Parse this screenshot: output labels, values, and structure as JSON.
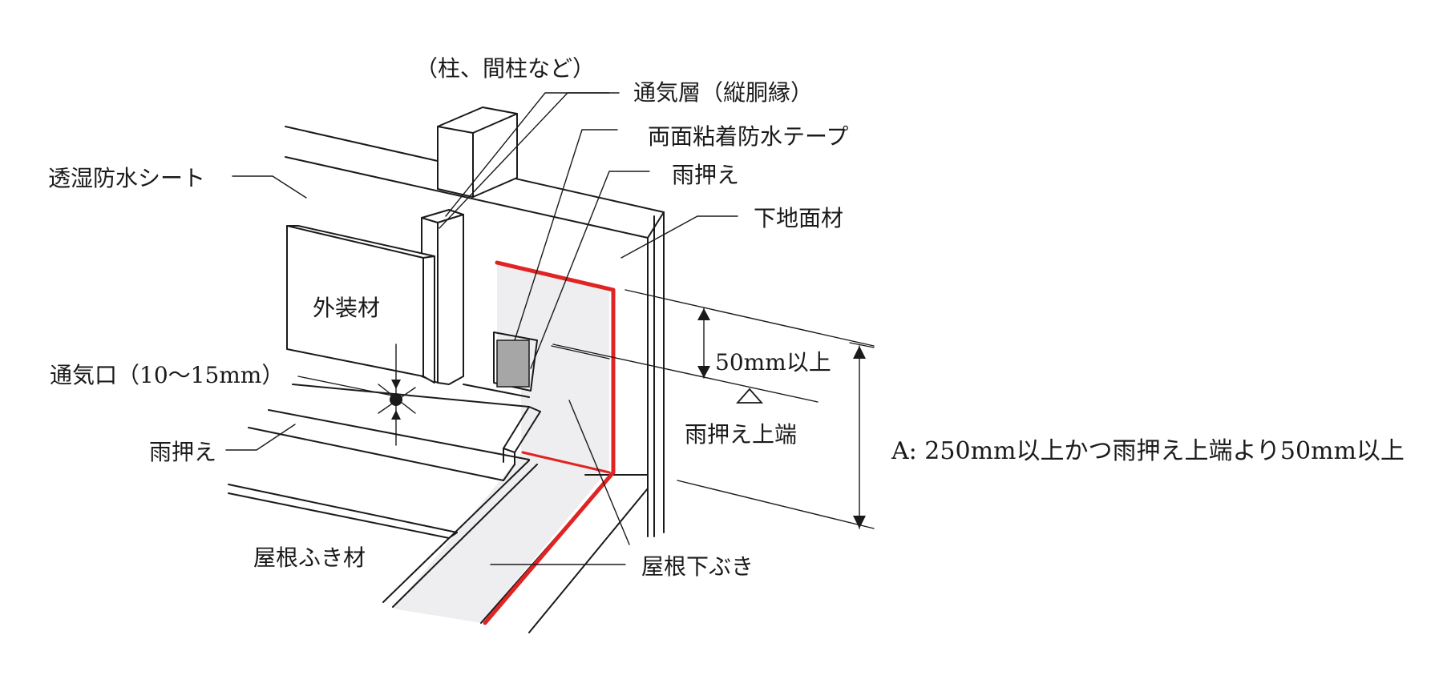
{
  "labels": {
    "post": "（柱、間柱など）",
    "vent_layer": "通気層（縦胴縁）",
    "double_tape": "両面粘着防水テープ",
    "flashing_top": "雨押え",
    "substrate": "下地面材",
    "membrane": "透湿防水シート",
    "cladding": "外装材",
    "vent_opening": "通気口（10～15mm）",
    "flashing_left": "雨押え",
    "roofing": "屋根ふき材",
    "underlay": "屋根下ぶき",
    "dim_50": "50mm以上",
    "flashing_top_edge": "雨押え上端",
    "dim_A": "A: 250mm以上かつ雨押え上端より50mm以上"
  },
  "colors": {
    "line": "#1a1a1a",
    "tape_red": "#e02323",
    "underlay_grey": "#eeeef0"
  }
}
